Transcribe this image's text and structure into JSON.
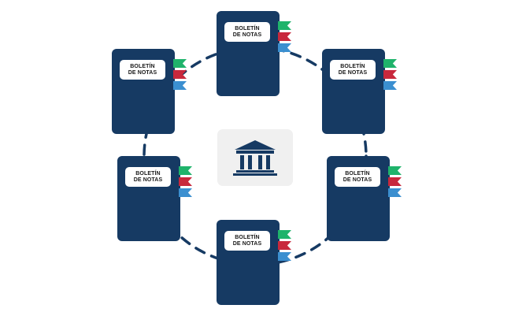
{
  "center": {
    "icon": "institution-icon"
  },
  "cards": [
    {
      "label": "BOLETÍN\nDE NOTAS"
    },
    {
      "label": "BOLETÍN\nDE NOTAS"
    },
    {
      "label": "BOLETÍN\nDE NOTAS"
    },
    {
      "label": "BOLETÍN\nDE NOTAS"
    },
    {
      "label": "BOLETÍN\nDE NOTAS"
    },
    {
      "label": "BOLETÍN\nDE NOTAS"
    }
  ],
  "colors": {
    "card": "#163a63",
    "tab_green": "#1fb36b",
    "tab_red": "#c8283c",
    "tab_blue": "#3b8fd0",
    "ring": "#163a63",
    "center_bg": "#f0f0f0",
    "label_bg": "#ffffff",
    "label_text": "#1a1a1a"
  }
}
